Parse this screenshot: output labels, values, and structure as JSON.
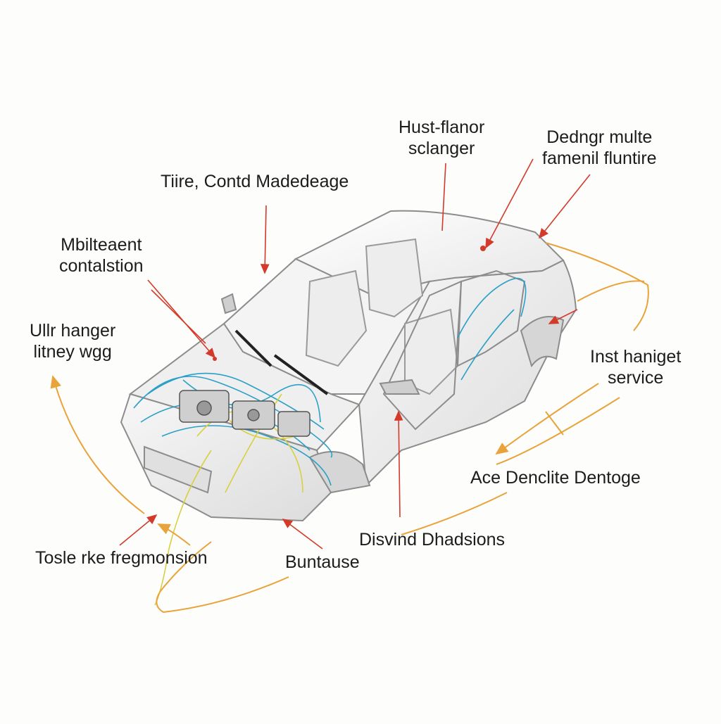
{
  "colors": {
    "background": "#fdfdfc",
    "label_text": "#1c1c1c",
    "arrow_red": "#d43a2a",
    "arrow_orange": "#e8a33a",
    "wire_blue": "#2aa0c8",
    "wire_yellow": "#d8d040",
    "body_stroke": "#8c8c8c",
    "body_fill": "#eeeeee"
  },
  "labels": [
    {
      "id": "tire-contd",
      "lines": [
        "Tiire, Contd Madedeage"
      ]
    },
    {
      "id": "hust-flanor",
      "lines": [
        "Hust-flanor",
        "sclanger"
      ]
    },
    {
      "id": "dedngr-multe",
      "lines": [
        "Dedngr multe",
        "famenil fluntire"
      ]
    },
    {
      "id": "mbilteaent",
      "lines": [
        "Mbilteaent",
        "contalstion"
      ]
    },
    {
      "id": "ullr-hanger",
      "lines": [
        "Ullr hanger",
        "litney wgg"
      ]
    },
    {
      "id": "inst-haniget",
      "lines": [
        "Inst haniget",
        "service"
      ]
    },
    {
      "id": "ace-denclite",
      "lines": [
        "Ace Denclite Dentoge"
      ]
    },
    {
      "id": "disvind",
      "lines": [
        "Disvind Dhadsions"
      ]
    },
    {
      "id": "tosle-rke",
      "lines": [
        "Tosle rke fregmonsion"
      ]
    },
    {
      "id": "buntause",
      "lines": [
        "Buntause"
      ]
    }
  ]
}
